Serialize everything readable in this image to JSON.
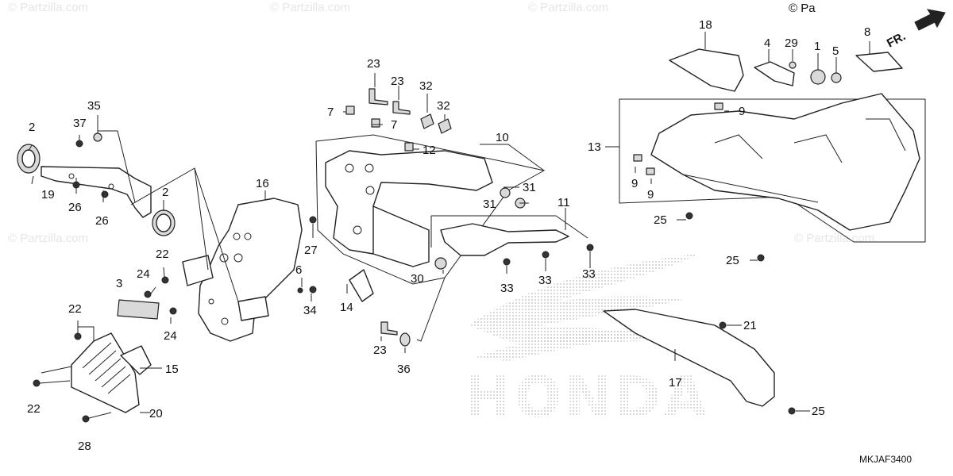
{
  "diagram_code": "MKJAF3400",
  "copyright_mark": "© Pa",
  "front_indicator": "FR.",
  "watermark": "© Partzilla.com",
  "brand_logo": "HONDA",
  "callouts": {
    "c1": "1",
    "c2a": "2",
    "c2b": "2",
    "c3": "3",
    "c4": "4",
    "c5": "5",
    "c6": "6",
    "c7a": "7",
    "c7b": "7",
    "c8": "8",
    "c9a": "9",
    "c9b": "9",
    "c9c": "9",
    "c10": "10",
    "c11": "11",
    "c12": "12",
    "c13": "13",
    "c14": "14",
    "c15": "15",
    "c16": "16",
    "c17": "17",
    "c18": "18",
    "c19": "19",
    "c20": "20",
    "c21": "21",
    "c22a": "22",
    "c22b": "22",
    "c22c": "22",
    "c23a": "23",
    "c23b": "23",
    "c23c": "23",
    "c24a": "24",
    "c24b": "24",
    "c25a": "25",
    "c25b": "25",
    "c25c": "25",
    "c26a": "26",
    "c26b": "26",
    "c27": "27",
    "c28": "28",
    "c29": "29",
    "c30": "30",
    "c31a": "31",
    "c31b": "31",
    "c32a": "32",
    "c32b": "32",
    "c33a": "33",
    "c33b": "33",
    "c33c": "33",
    "c34": "34",
    "c35": "35",
    "c36": "36",
    "c37": "37"
  }
}
